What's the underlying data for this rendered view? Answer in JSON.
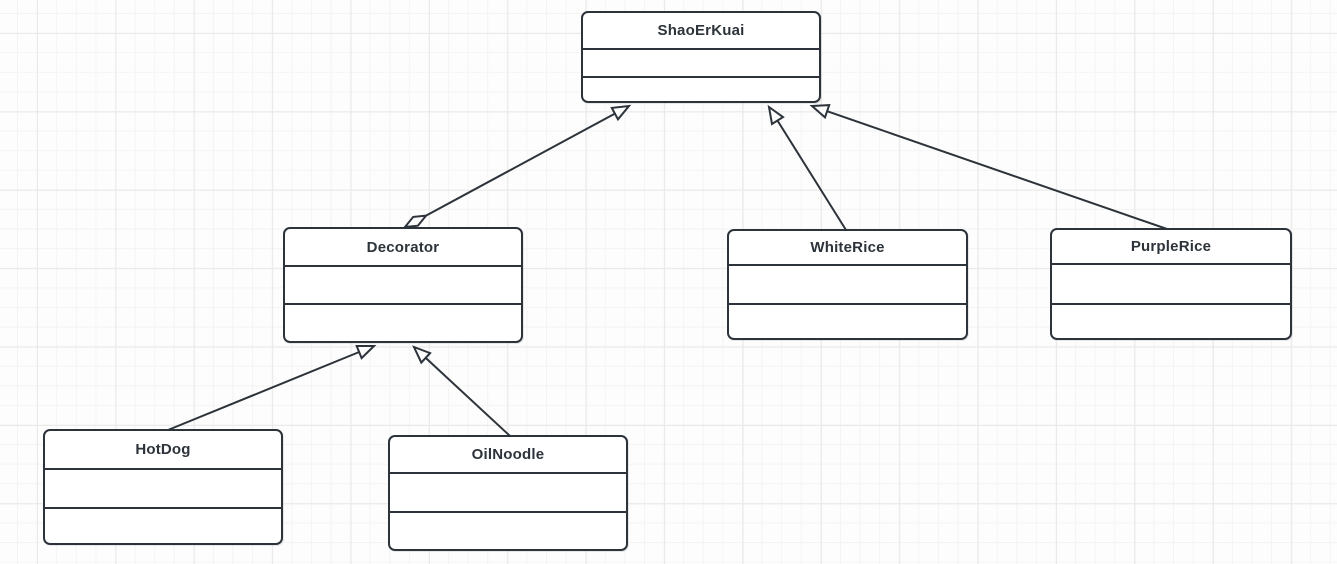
{
  "diagram": {
    "type": "uml-class-diagram",
    "pattern": "decorator",
    "classes": [
      {
        "name": "ShaoErKuai"
      },
      {
        "name": "Decorator"
      },
      {
        "name": "WhiteRice"
      },
      {
        "name": "PurpleRice"
      },
      {
        "name": "HotDog"
      },
      {
        "name": "OilNoodle"
      }
    ],
    "relationships": [
      {
        "from": "Decorator",
        "to": "ShaoErKuai",
        "type": "generalization",
        "source_adornment": "hollow-diamond"
      },
      {
        "from": "WhiteRice",
        "to": "ShaoErKuai",
        "type": "generalization"
      },
      {
        "from": "PurpleRice",
        "to": "ShaoErKuai",
        "type": "generalization"
      },
      {
        "from": "HotDog",
        "to": "Decorator",
        "type": "generalization"
      },
      {
        "from": "OilNoodle",
        "to": "Decorator",
        "type": "generalization"
      }
    ],
    "colors": {
      "stroke": "#2d333a",
      "node_fill": "#ffffff",
      "background": "#fdfdfd",
      "grid_minor": "#f4f4f4",
      "grid_major": "#e9e9e9"
    }
  }
}
